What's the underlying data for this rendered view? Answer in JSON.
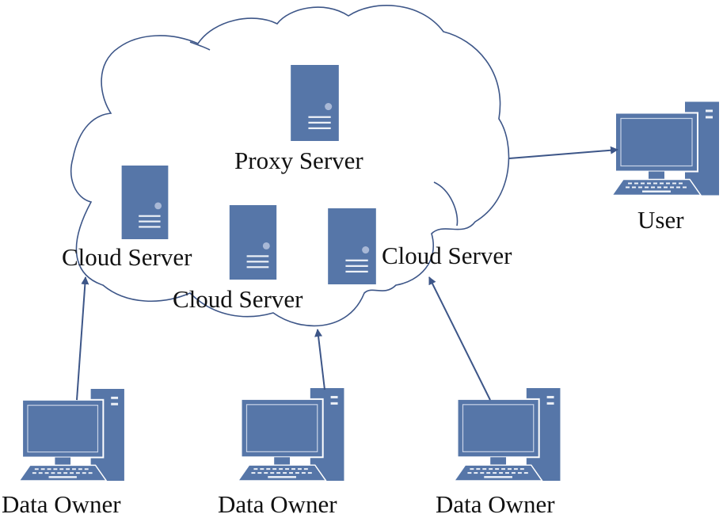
{
  "diagram": {
    "type": "network-architecture",
    "colors": {
      "icon_fill": "#5676a8",
      "icon_highlight": "#dfe6f2",
      "line": "#3d5688",
      "text": "#111111",
      "background": "#ffffff"
    },
    "cloud": {
      "name": "cloud"
    },
    "nodes": [
      {
        "id": "proxy",
        "kind": "server",
        "icon": "server-tower-icon",
        "label": "Proxy Server"
      },
      {
        "id": "cloud1",
        "kind": "server",
        "icon": "server-tower-icon",
        "label": "Cloud Server"
      },
      {
        "id": "cloud2",
        "kind": "server",
        "icon": "server-tower-icon",
        "label": "Cloud Server"
      },
      {
        "id": "cloud3",
        "kind": "server",
        "icon": "server-tower-icon",
        "label": "Cloud Server"
      },
      {
        "id": "user",
        "kind": "computer",
        "icon": "desktop-computer-icon",
        "label": "User"
      },
      {
        "id": "owner1",
        "kind": "computer",
        "icon": "desktop-computer-icon",
        "label": "Data Owner"
      },
      {
        "id": "owner2",
        "kind": "computer",
        "icon": "desktop-computer-icon",
        "label": "Data Owner"
      },
      {
        "id": "owner3",
        "kind": "computer",
        "icon": "desktop-computer-icon",
        "label": "Data Owner"
      }
    ],
    "edges": [
      {
        "from": "owner1",
        "to": "cloud",
        "directed": true
      },
      {
        "from": "owner2",
        "to": "cloud",
        "directed": true
      },
      {
        "from": "owner3",
        "to": "cloud",
        "directed": true
      },
      {
        "from": "cloud",
        "to": "user",
        "directed": true
      }
    ]
  }
}
